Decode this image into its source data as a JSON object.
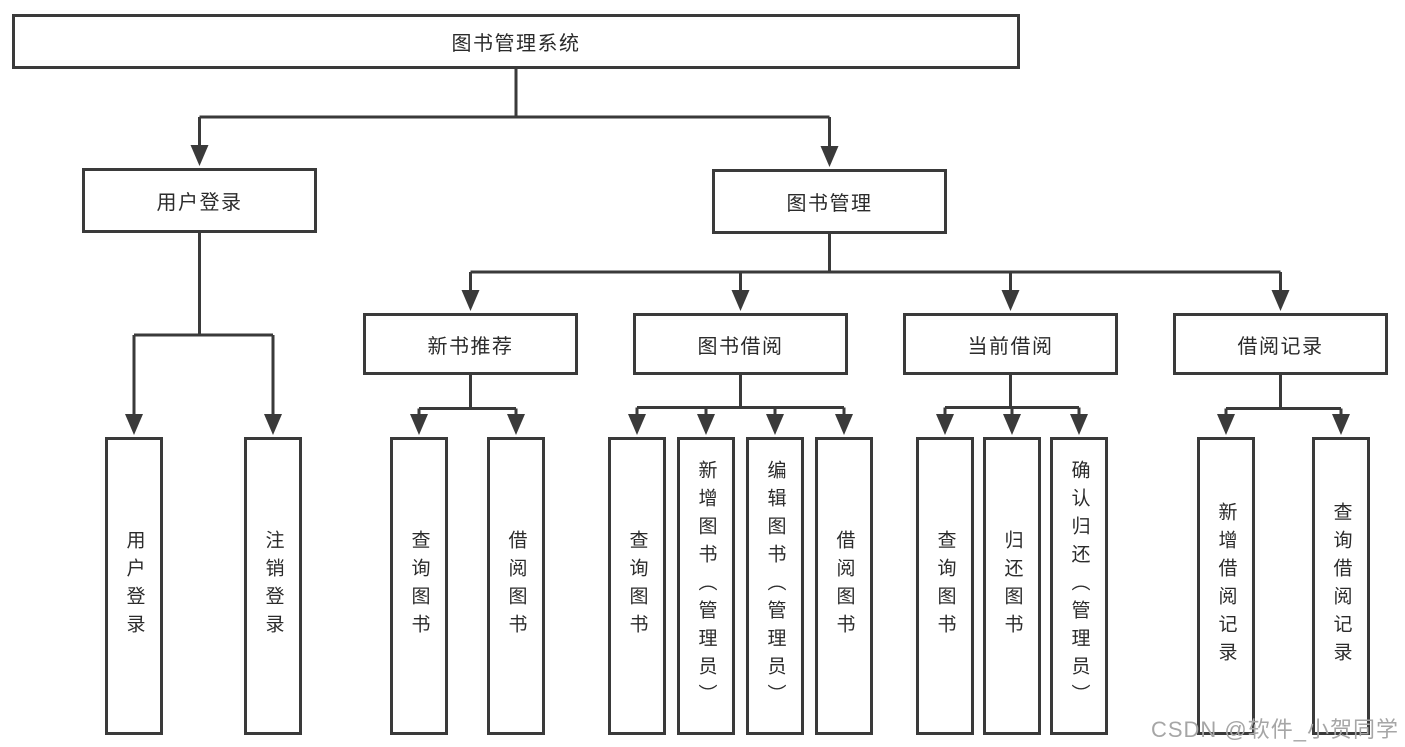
{
  "diagram": {
    "title": "图书管理系统",
    "watermark": "CSDN @软件_小贺同学",
    "colors": {
      "line": "#3a3a3a",
      "text": "#2b2b2b",
      "box_bg": "#ffffff",
      "background": "#ffffff",
      "watermark": "#a6a6a6"
    },
    "nodes": {
      "root": {
        "label": "图书管理系统"
      },
      "level2": [
        {
          "label": "用户登录"
        },
        {
          "label": "图书管理"
        }
      ],
      "level3": [
        {
          "label": "新书推荐"
        },
        {
          "label": "图书借阅"
        },
        {
          "label": "当前借阅"
        },
        {
          "label": "借阅记录"
        }
      ],
      "leaves": {
        "user_login": [
          {
            "label": "用户登录"
          },
          {
            "label": "注销登录"
          }
        ],
        "new_book": [
          {
            "label": "查询图书"
          },
          {
            "label": "借阅图书"
          }
        ],
        "book_borrow": [
          {
            "label": "查询图书"
          },
          {
            "label": "新增图书（管理员）"
          },
          {
            "label": "编辑图书（管理员）"
          },
          {
            "label": "借阅图书"
          }
        ],
        "current_borrow": [
          {
            "label": "查询图书"
          },
          {
            "label": "归还图书"
          },
          {
            "label": "确认归还（管理员）"
          }
        ],
        "borrow_records": [
          {
            "label": "新增借阅记录"
          },
          {
            "label": "查询借阅记录"
          }
        ]
      }
    }
  }
}
